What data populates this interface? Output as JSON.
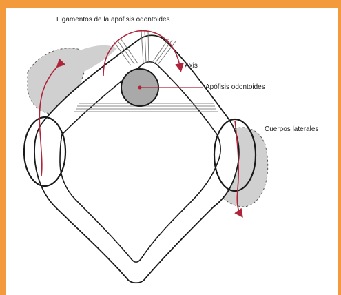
{
  "labels": {
    "ligamentos": "Ligamentos de la apófisis odontoides",
    "axis": "Axis",
    "apofisis": "Apófisis odontoides",
    "cuerpos": "Cuerpos laterales"
  },
  "colors": {
    "frame": "#f39a3c",
    "arrow": "#b0243a",
    "shade": "#d0d0d0",
    "line": "#1a1a1a"
  }
}
